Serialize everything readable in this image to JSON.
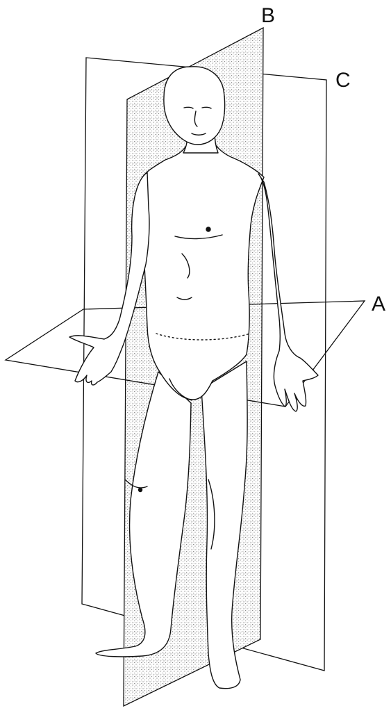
{
  "labels": {
    "a": "A",
    "b": "B",
    "c": "C"
  },
  "colors": {
    "line": "#111111",
    "background": "#ffffff",
    "stipple": "#6b6b6b"
  }
}
